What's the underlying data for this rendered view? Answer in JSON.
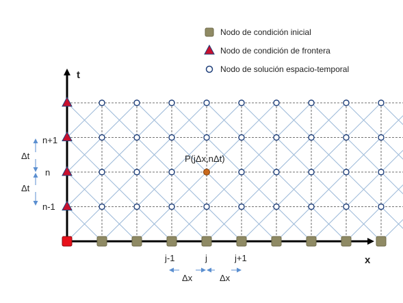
{
  "legend": {
    "initial": "Nodo de condición inicial",
    "boundary": "Nodo de condición de frontera",
    "solution": "Nodo de solución espacio-temporal"
  },
  "axes": {
    "x": "x",
    "t": "t"
  },
  "x_ticks": {
    "jm1": "j-1",
    "j": "j",
    "jp1": "j+1"
  },
  "t_ticks": {
    "np1": "n+1",
    "n": "n",
    "nm1": "n-1"
  },
  "spacing": {
    "dx": "Δx",
    "dt": "Δt"
  },
  "point_label": "P(jΔx,nΔt)",
  "grid": {
    "columns": 9,
    "rows": 4
  },
  "colors": {
    "initial_fill": "#8f8a64",
    "boundary_fill": "#c8102e",
    "corner_fill": "#e8101a",
    "solution_stroke": "#1f3f7a",
    "highlight_fill": "#c96a1d",
    "diagonal": "#9ab8d8",
    "dim_arrow": "#5b8fd0"
  }
}
